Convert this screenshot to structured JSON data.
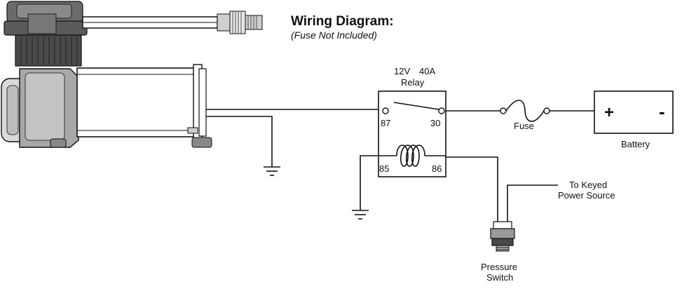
{
  "title": "Wiring Diagram:",
  "subtitle": "(Fuse Not Included)",
  "relay": {
    "rating_voltage": "12V",
    "rating_amps": "40A",
    "name": "Relay",
    "terminal_87": "87",
    "terminal_30": "30",
    "terminal_85": "85",
    "terminal_86": "86"
  },
  "fuse": {
    "label": "Fuse"
  },
  "battery": {
    "label": "Battery",
    "positive": "+",
    "negative": "-"
  },
  "power_source": {
    "line1": "To Keyed",
    "line2": "Power Source"
  },
  "pressure_switch": {
    "line1": "Pressure",
    "line2": "Switch"
  }
}
